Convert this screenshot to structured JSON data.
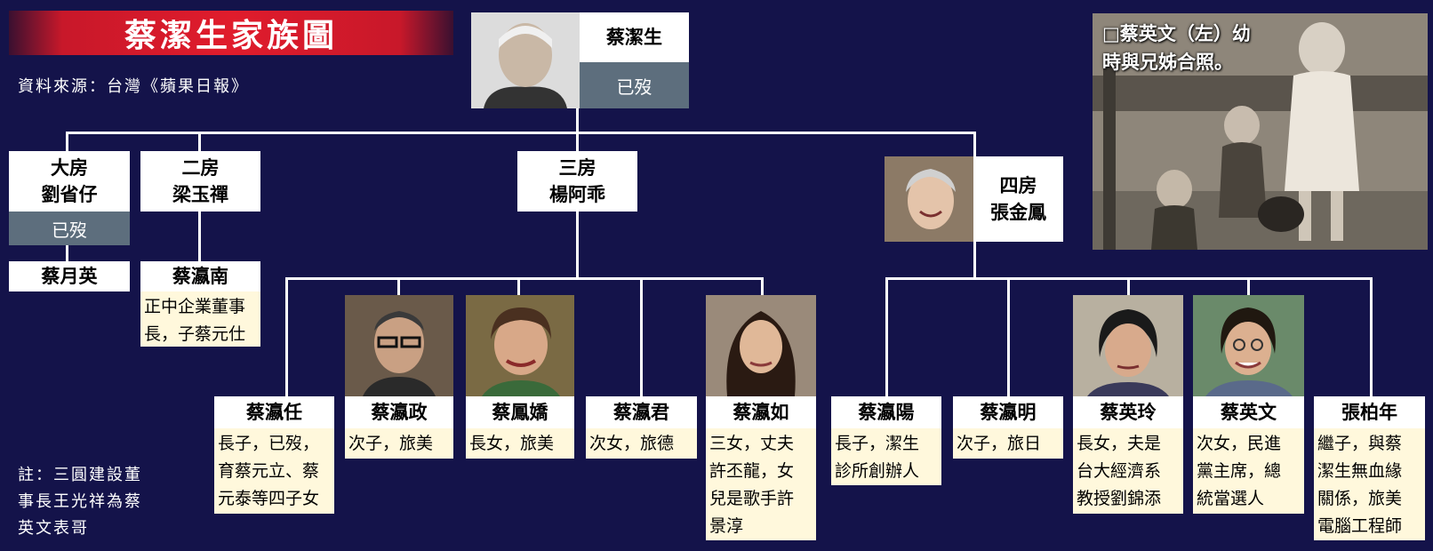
{
  "title": "蔡潔生家族圖",
  "source": "資料來源：台灣《蘋果日報》",
  "note_lines": [
    "註：三圓建設董",
    "事長王光祥為蔡",
    "英文表哥"
  ],
  "patriarch": {
    "name": "蔡潔生",
    "status": "已歿"
  },
  "branches": {
    "first": {
      "rank": "大房",
      "name": "劉省仔",
      "status": "已歿",
      "child": "蔡月英"
    },
    "second": {
      "rank": "二房",
      "name": "梁玉禪",
      "child": "蔡瀛南",
      "child_desc": [
        "正中企業董事",
        "長，子蔡元仕"
      ]
    },
    "third": {
      "rank": "三房",
      "name": "楊阿乖"
    },
    "fourth": {
      "rank": "四房",
      "name": "張金鳳"
    }
  },
  "third_children": [
    {
      "name": "蔡瀛任",
      "desc": [
        "長子，已歿，",
        "育蔡元立、蔡",
        "元泰等四子女"
      ]
    },
    {
      "name": "蔡瀛政",
      "desc": [
        "次子，旅美"
      ]
    },
    {
      "name": "蔡鳳嬌",
      "desc": [
        "長女，旅美"
      ]
    },
    {
      "name": "蔡瀛君",
      "desc": [
        "次女，旅德"
      ]
    },
    {
      "name": "蔡瀛如",
      "desc": [
        "三女，丈夫",
        "許丕龍，女",
        "兒是歌手許",
        "景淳"
      ]
    }
  ],
  "fourth_children": [
    {
      "name": "蔡瀛陽",
      "desc": [
        "長子，潔生",
        "診所創辦人"
      ]
    },
    {
      "name": "蔡瀛明",
      "desc": [
        "次子，旅日"
      ]
    },
    {
      "name": "蔡英玲",
      "desc": [
        "長女，夫是",
        "台大經濟系",
        "教授劉錦添"
      ]
    },
    {
      "name": "蔡英文",
      "desc": [
        "次女，民進",
        "黨主席，總",
        "統當選人"
      ]
    },
    {
      "name": "張柏年",
      "desc": [
        "繼子，與蔡",
        "潔生無血緣",
        "關係，旅美",
        "電腦工程師"
      ]
    }
  ],
  "photo_caption": [
    "□蔡英文（左）幼",
    "時與兄姊合照。"
  ],
  "colors": {
    "background": "#14134a",
    "banner_red": "#e01c2c",
    "dead_bar": "#5d6e7d",
    "desc_bg": "#fff8dc"
  }
}
